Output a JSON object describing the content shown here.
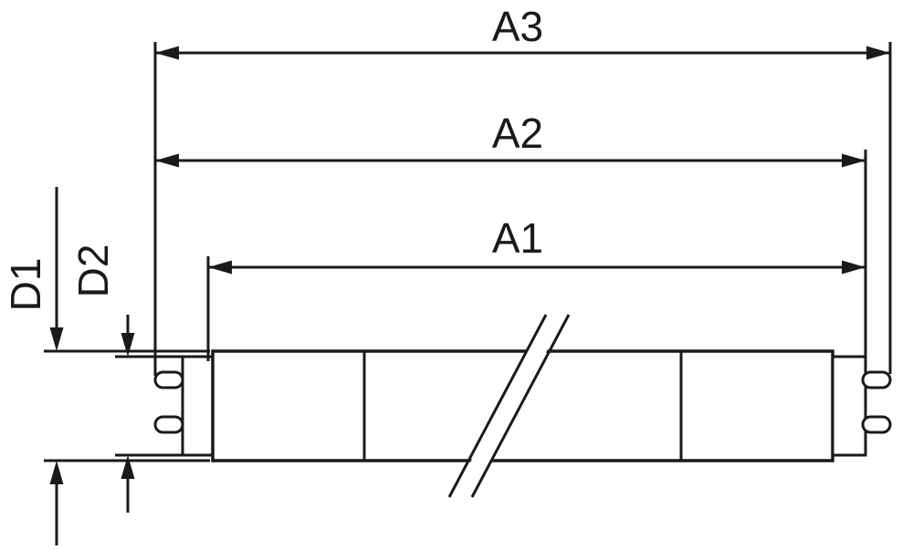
{
  "diagram": {
    "subject": "double-ended-tube-lamp-dimension-drawing",
    "colors": {
      "line": "#1a1a1a",
      "background": "#ffffff"
    },
    "dimensions": {
      "horizontal": [
        {
          "id": "a3",
          "label": "A3"
        },
        {
          "id": "a2",
          "label": "A2"
        },
        {
          "id": "a1",
          "label": "A1"
        }
      ],
      "vertical": [
        {
          "id": "d1",
          "label": "D1"
        },
        {
          "id": "d2",
          "label": "D2"
        }
      ]
    }
  }
}
